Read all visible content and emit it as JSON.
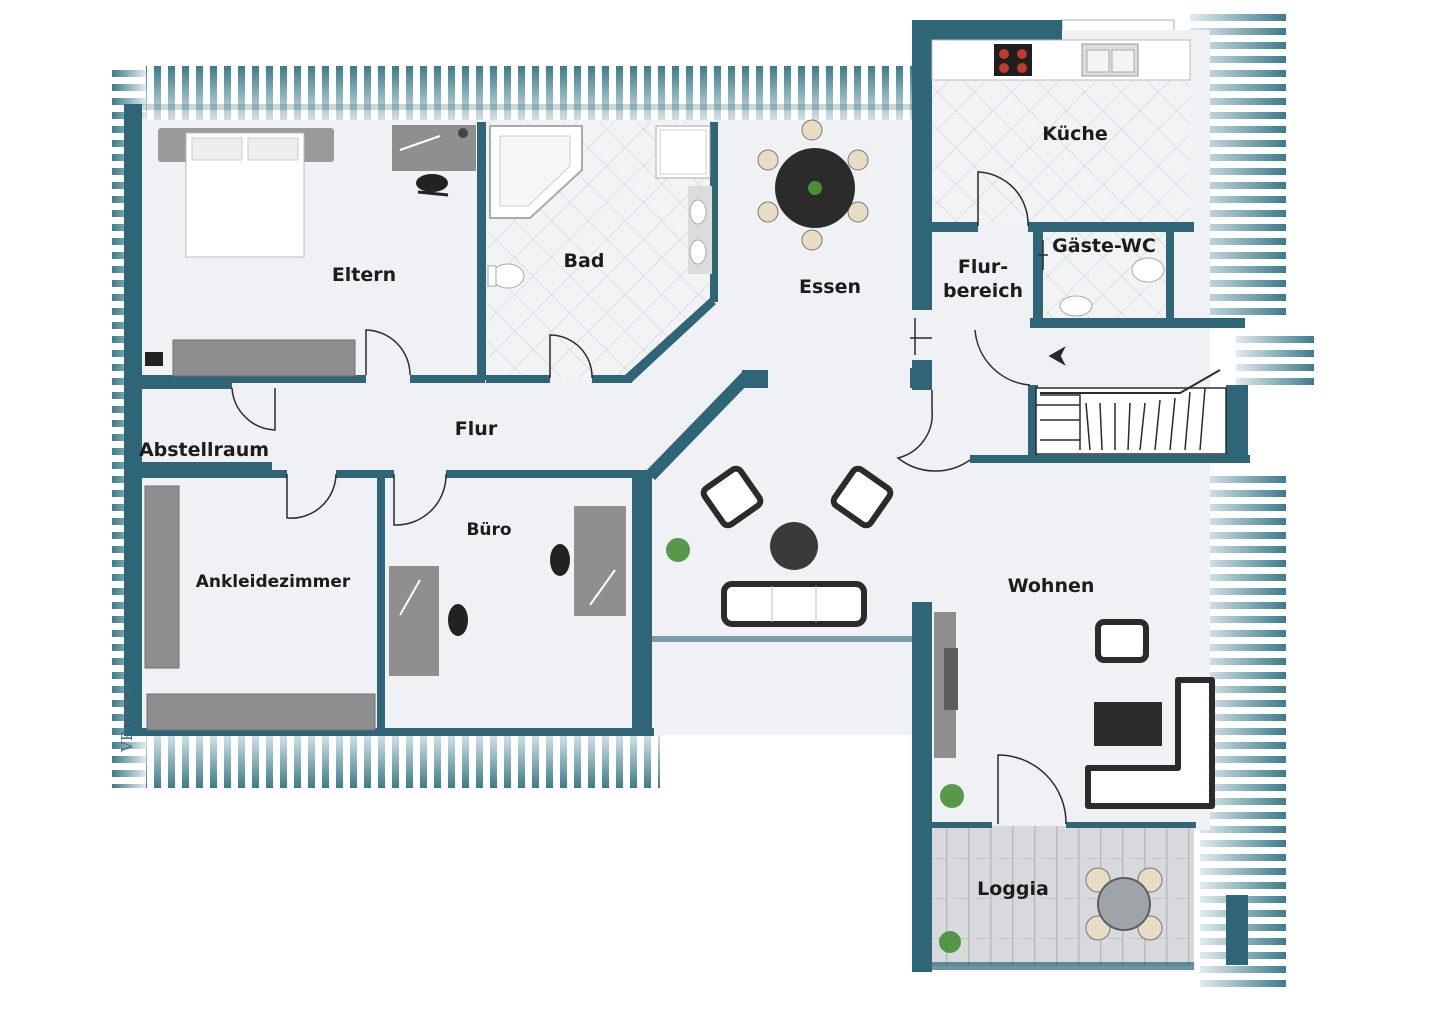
{
  "rooms": {
    "eltern": "Eltern",
    "bad": "Bad",
    "essen": "Essen",
    "kueche": "Küche",
    "flurbereich_line1": "Flur-",
    "flurbereich_line2": "bereich",
    "gaeste_wc": "Gäste-WC",
    "flur": "Flur",
    "abstellraum": "Abstellraum",
    "ankleidezimmer": "Ankleidezimmer",
    "buero": "Büro",
    "wohnen": "Wohnen",
    "loggia": "Loggia"
  },
  "logo": {
    "mark": "VP",
    "text": "VON POLL"
  },
  "colors": {
    "wall": "#2f6677",
    "roof_slope": "#3d7c8c",
    "floor": "#f0f1f4",
    "tile": "#e9ebee",
    "deck": "#d4d6d9",
    "furniture_grey": "#8e8e8e",
    "dark": "#2b2b2b"
  }
}
